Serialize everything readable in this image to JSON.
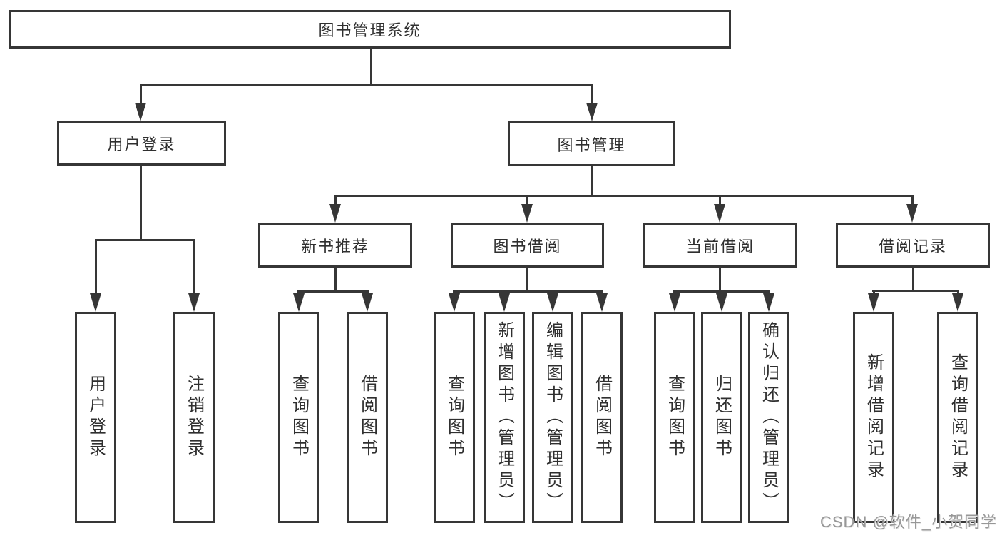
{
  "diagram": {
    "root": {
      "label": "图书管理系统"
    },
    "level2": [
      {
        "label": "用户登录"
      },
      {
        "label": "图书管理"
      }
    ],
    "level3": [
      {
        "label": "新书推荐"
      },
      {
        "label": "图书借阅"
      },
      {
        "label": "当前借阅"
      },
      {
        "label": "借阅记录"
      }
    ],
    "leaves": {
      "login": [
        "用户登录",
        "注销登录"
      ],
      "recommend": [
        "查询图书",
        "借阅图书"
      ],
      "borrow": [
        "查询图书",
        "新增图书（管理员）",
        "编辑图书（管理员）",
        "借阅图书"
      ],
      "current": [
        "查询图书",
        "归还图书",
        "确认归还（管理员）"
      ],
      "records": [
        "新增借阅记录",
        "查询借阅记录"
      ]
    }
  },
  "watermark": "CSDN @软件_小贺同学",
  "colors": {
    "line": "#363636",
    "text": "#2f2f2f",
    "background": "#ffffff",
    "watermark": "#979797"
  }
}
